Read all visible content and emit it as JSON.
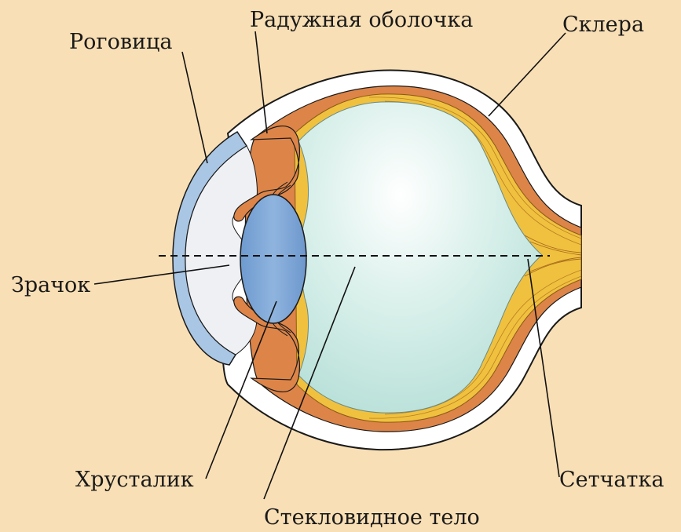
{
  "labels": {
    "cornea": "Роговица",
    "iris": "Радужная оболочка",
    "sclera": "Склера",
    "pupil": "Зрачок",
    "lens": "Хрусталик",
    "vitreous": "Стекловидное тело",
    "retina": "Сетчатка"
  },
  "colors": {
    "background": "#f9dfb5",
    "sclera": "#ffffff",
    "choroid": "#dd8448",
    "retina": "#f0c13e",
    "vitreous": "#c5e8e1",
    "cornea": "#a9c6e4",
    "aqueous": "#eef0f4",
    "lens": "#7ea7d6",
    "outline": "#1a1a1a"
  }
}
